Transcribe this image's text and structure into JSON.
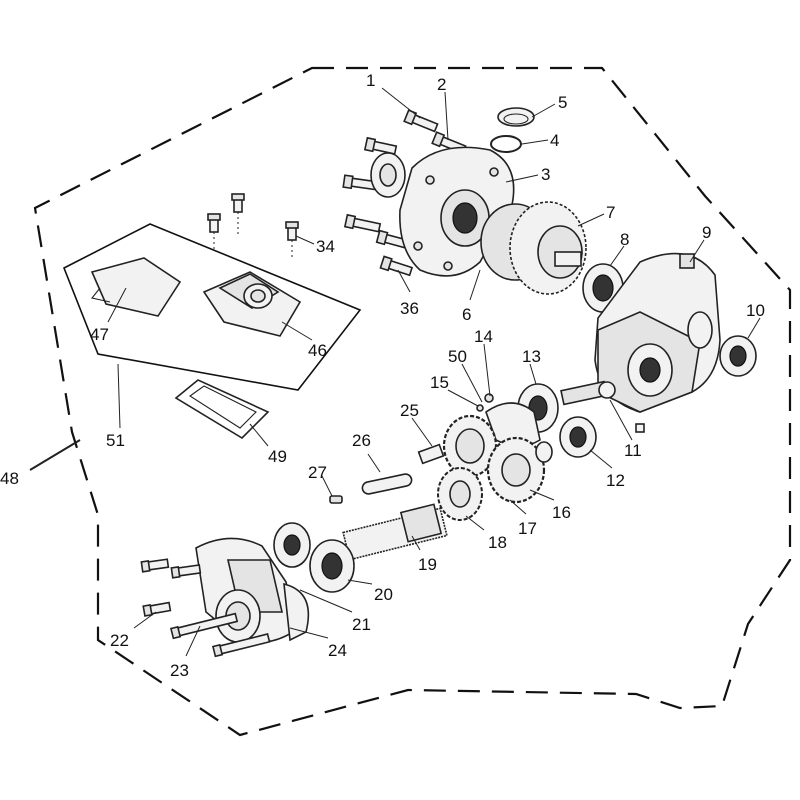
{
  "callouts": [
    {
      "id": "1",
      "label": "1"
    },
    {
      "id": "2",
      "label": "2"
    },
    {
      "id": "3",
      "label": "3"
    },
    {
      "id": "4",
      "label": "4"
    },
    {
      "id": "5",
      "label": "5"
    },
    {
      "id": "6",
      "label": "6"
    },
    {
      "id": "7",
      "label": "7"
    },
    {
      "id": "8",
      "label": "8"
    },
    {
      "id": "9",
      "label": "9"
    },
    {
      "id": "10",
      "label": "10"
    },
    {
      "id": "11",
      "label": "11"
    },
    {
      "id": "12",
      "label": "12"
    },
    {
      "id": "13",
      "label": "13"
    },
    {
      "id": "14",
      "label": "14"
    },
    {
      "id": "15",
      "label": "15"
    },
    {
      "id": "16",
      "label": "16"
    },
    {
      "id": "17",
      "label": "17"
    },
    {
      "id": "18",
      "label": "18"
    },
    {
      "id": "19",
      "label": "19"
    },
    {
      "id": "20",
      "label": "20"
    },
    {
      "id": "21",
      "label": "21"
    },
    {
      "id": "22",
      "label": "22"
    },
    {
      "id": "23",
      "label": "23"
    },
    {
      "id": "24",
      "label": "24"
    },
    {
      "id": "25",
      "label": "25"
    },
    {
      "id": "26",
      "label": "26"
    },
    {
      "id": "27",
      "label": "27"
    },
    {
      "id": "34",
      "label": "34"
    },
    {
      "id": "36",
      "label": "36"
    },
    {
      "id": "46",
      "label": "46"
    },
    {
      "id": "47",
      "label": "47"
    },
    {
      "id": "48",
      "label": "48"
    },
    {
      "id": "49",
      "label": "49"
    },
    {
      "id": "50",
      "label": "50"
    },
    {
      "id": "51",
      "label": "51"
    }
  ]
}
